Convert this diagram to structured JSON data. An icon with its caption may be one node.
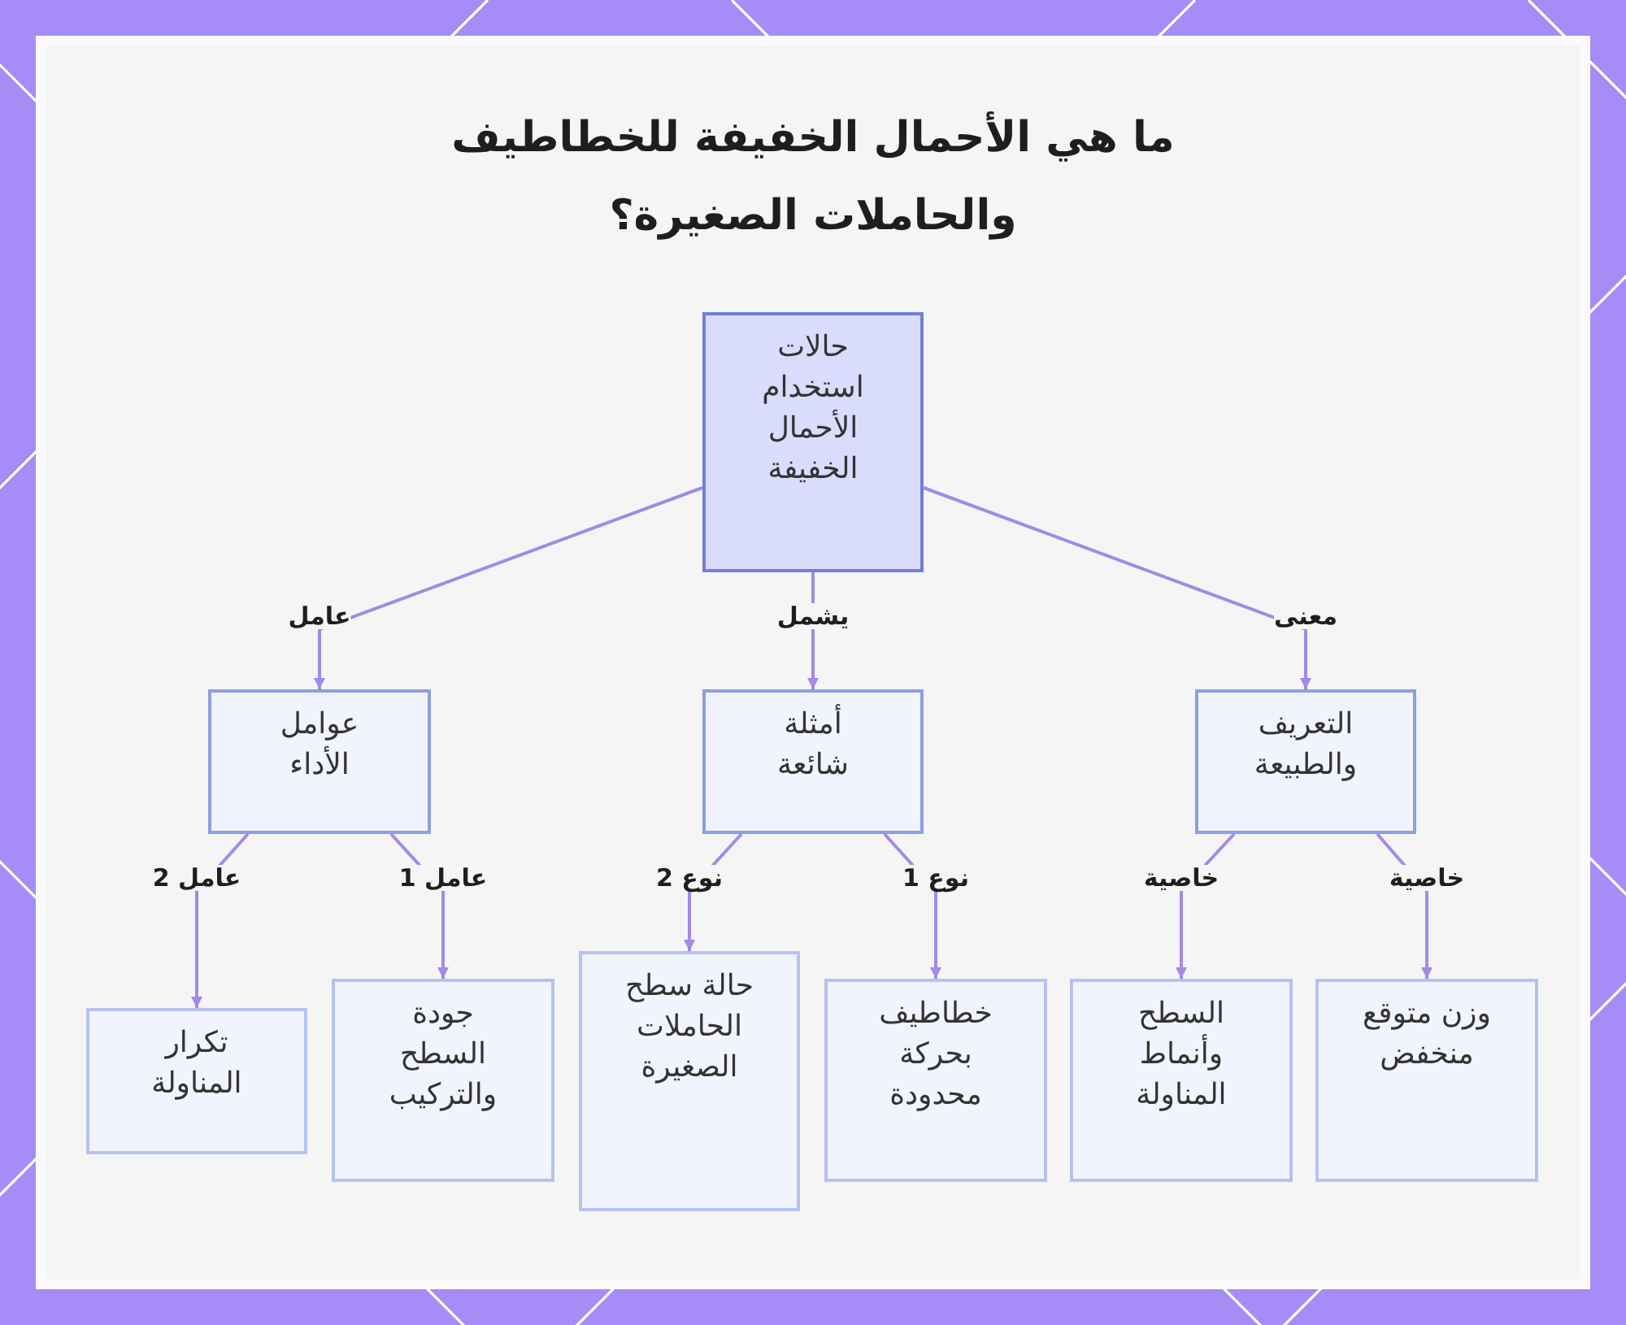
{
  "diagram": {
    "title": "ما هي الأحمال الخفيفة للخطاطيف والحاملات الصغيرة؟",
    "nodes": [
      {
        "text": [
          "حالات استخدام الأحمال الخفيفة"
        ]
      },
      {
        "text": [
          "التعريف والطبيعة"
        ]
      },
      {
        "text": [
          "أمثلة شائعة"
        ]
      },
      {
        "text": [
          "عوامل الأداء"
        ]
      },
      {
        "text": [
          "وزن متوقع منخفض"
        ]
      },
      {
        "text": [
          "السطح وأنماط المناولة"
        ]
      },
      {
        "text": [
          "خطاطيف بحركة محدودة"
        ]
      },
      {
        "text": [
          "حالة سطح الحاملات الصغيرة"
        ]
      },
      {
        "text": [
          "جودة السطح والتركيب"
        ]
      },
      {
        "text": [
          "تكرار المناولة"
        ]
      }
    ],
    "edges": [
      {
        "from": 0,
        "to": 1,
        "arrow": "to",
        "label": "معنى"
      },
      {
        "from": 0,
        "to": 2,
        "arrow": "to",
        "label": "يشمل"
      },
      {
        "from": 0,
        "to": 3,
        "arrow": "to",
        "label": "عامل"
      },
      {
        "from": 1,
        "to": 4,
        "arrow": "to",
        "label": "خاصية"
      },
      {
        "from": 1,
        "to": 5,
        "arrow": "to",
        "label": "خاصية"
      },
      {
        "from": 2,
        "to": 6,
        "arrow": "to",
        "label": "نوع 1"
      },
      {
        "from": 2,
        "to": 7,
        "arrow": "to",
        "label": "نوع 2"
      },
      {
        "from": 3,
        "to": 8,
        "arrow": "to",
        "label": "عامل 1"
      },
      {
        "from": 3,
        "to": 9,
        "arrow": "to",
        "label": "عامل 2"
      }
    ]
  }
}
